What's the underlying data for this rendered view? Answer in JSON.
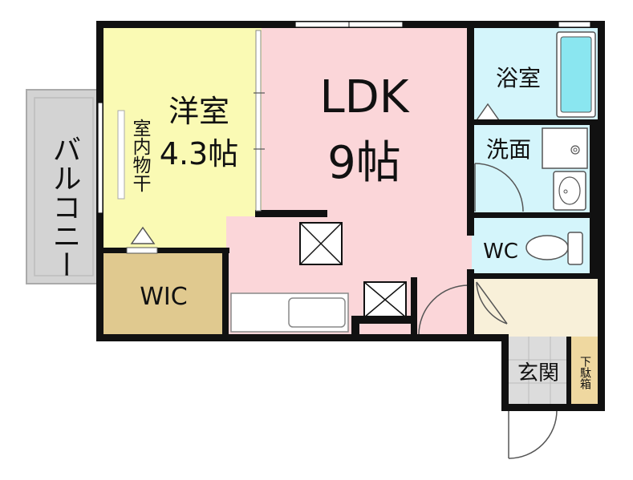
{
  "rooms": {
    "ldk": {
      "name": "LDK",
      "size": "9帖"
    },
    "western": {
      "name": "洋室",
      "size": "4.3帖"
    },
    "indoor_drying": {
      "label": "室内物干"
    },
    "wic": {
      "label": "WIC"
    },
    "balcony": {
      "label": "バルコニー"
    },
    "bath": {
      "label": "浴室"
    },
    "washroom": {
      "label": "洗面"
    },
    "wc": {
      "label": "WC"
    },
    "entrance": {
      "label": "玄関"
    },
    "shoe_box": {
      "label": "下駄箱"
    }
  },
  "colors": {
    "ldk": "#fbd6d9",
    "western": "#fafab4",
    "wic": "#e0c98f",
    "balcony": "#d3d3d3",
    "wet_area": "#d4f5fb",
    "bathtub": "#8ae6f0",
    "hall": "#f8f0d9",
    "entrance": "#dcdcdc",
    "shoe_box": "#efd8a0",
    "wall": "#111111"
  }
}
